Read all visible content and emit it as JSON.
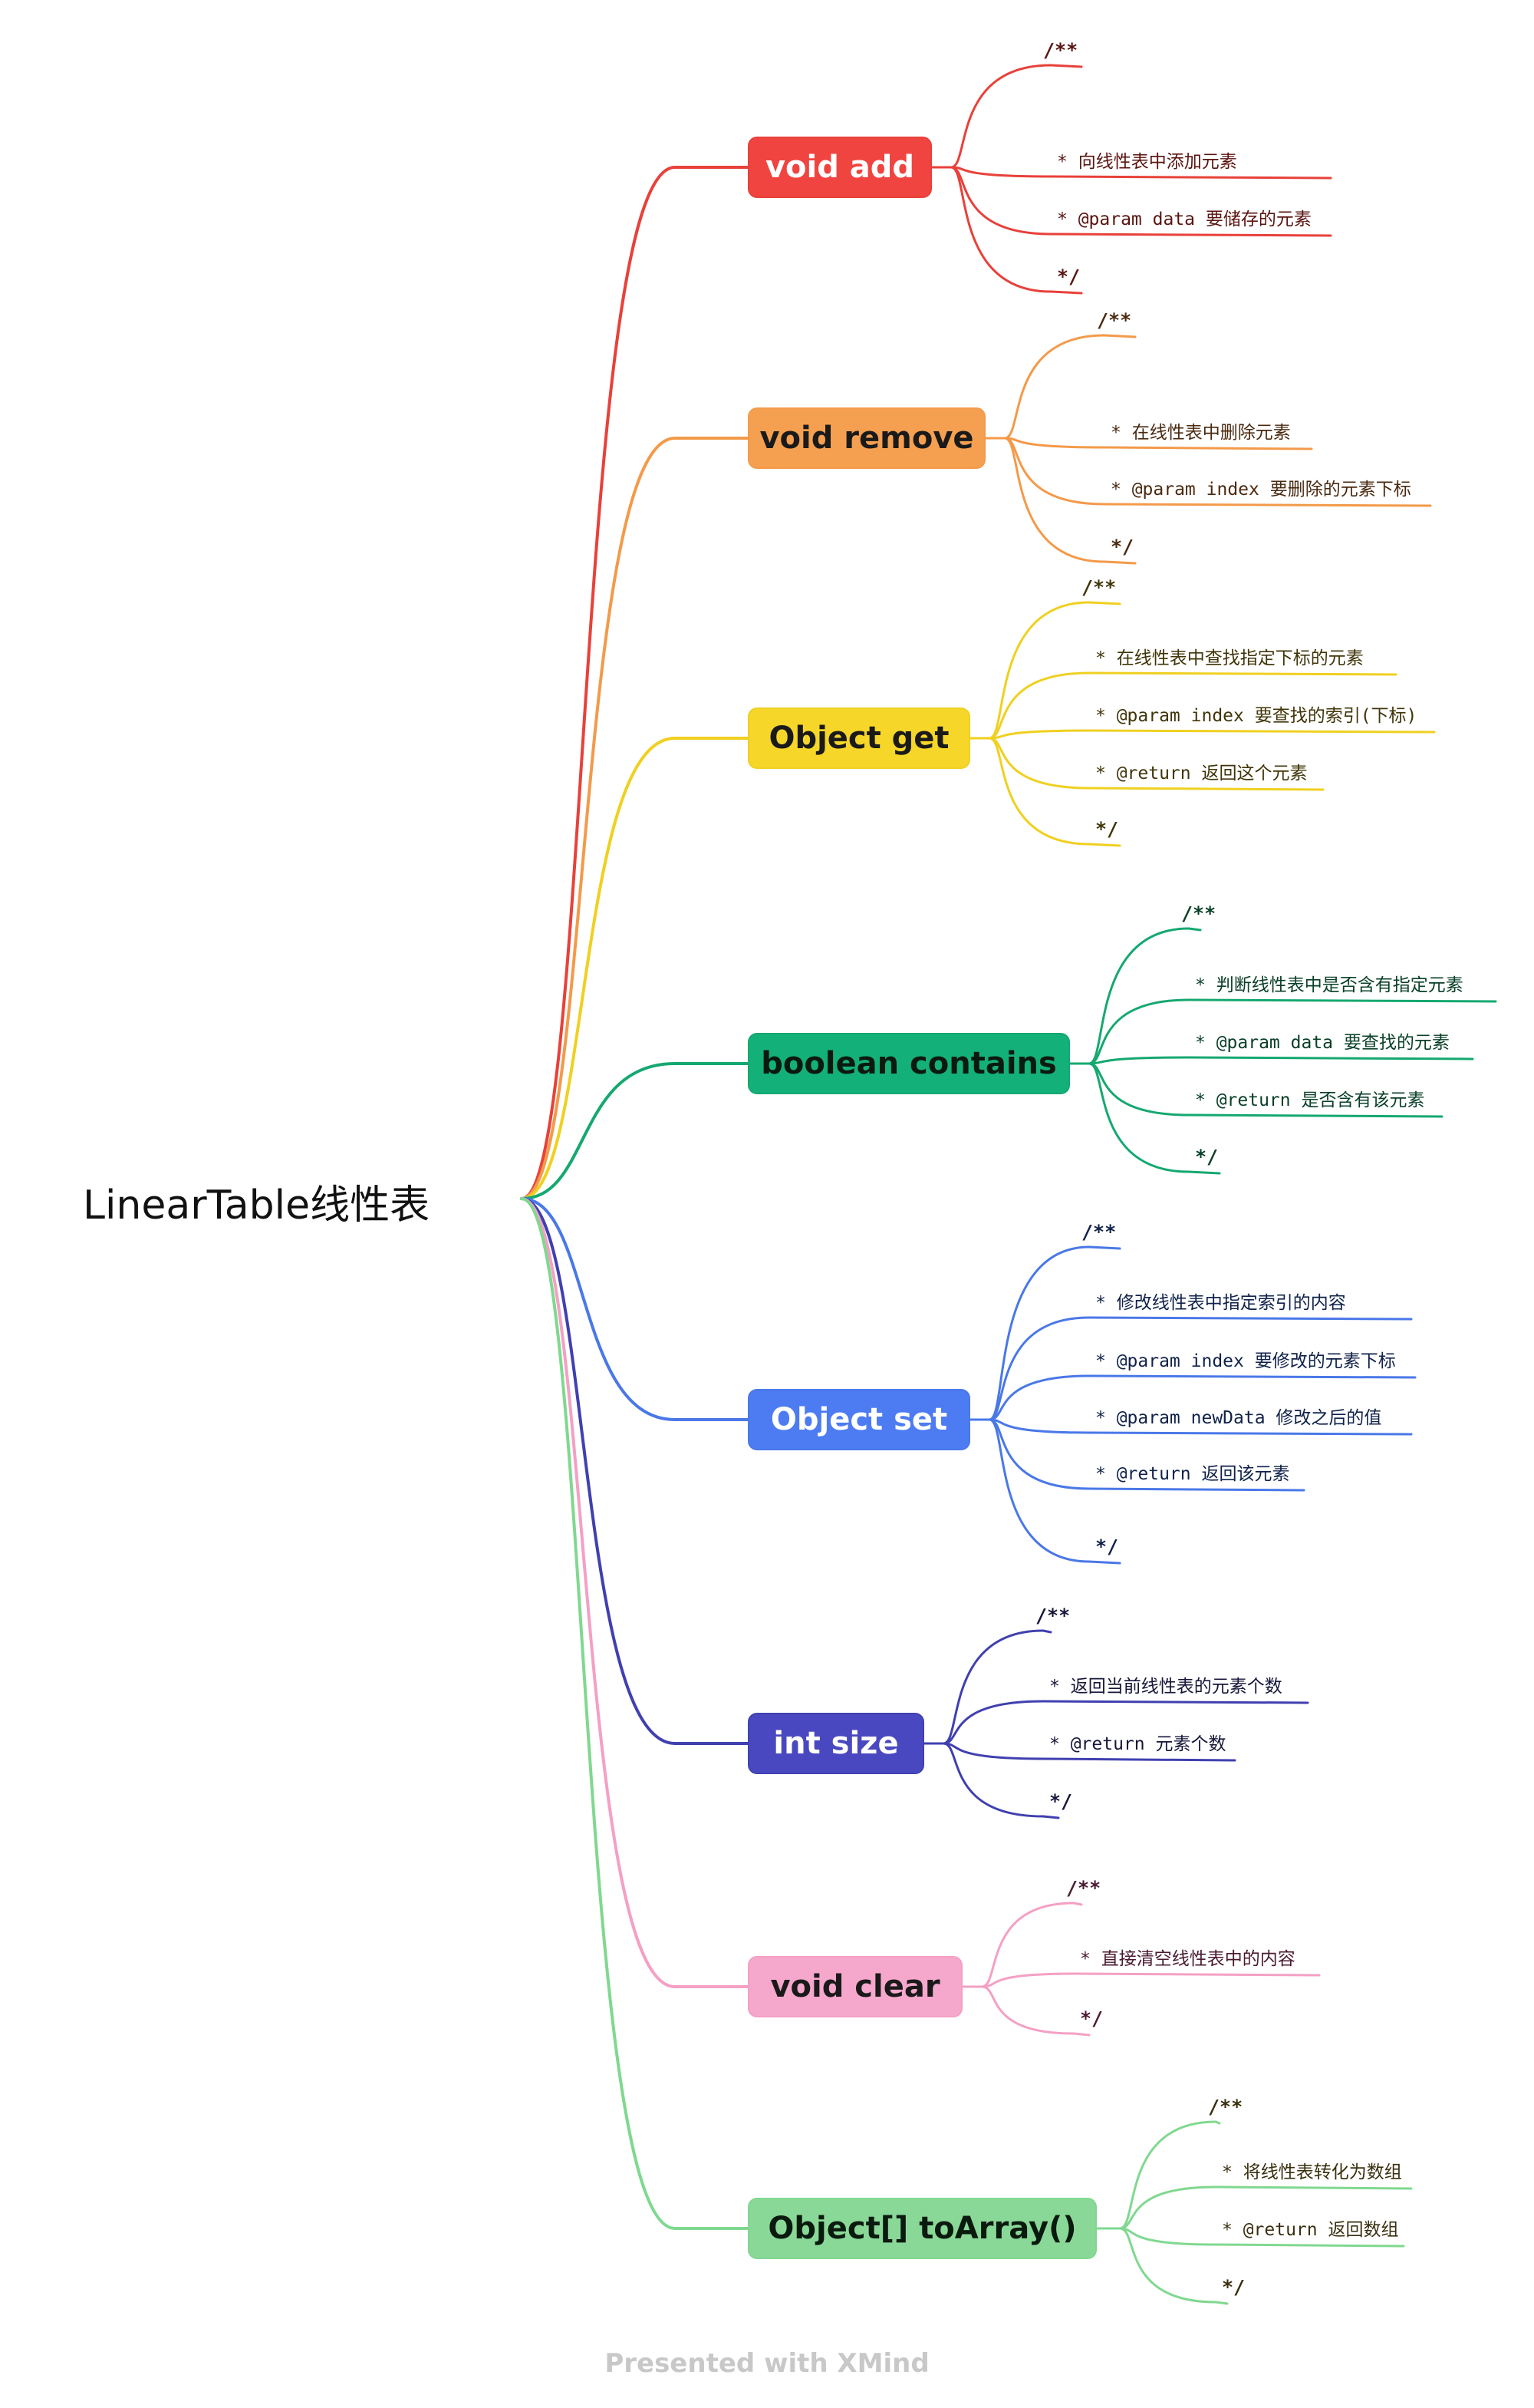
{
  "root": {
    "title": "LinearTable线性表"
  },
  "footer": "Presented with XMind",
  "branches": [
    {
      "id": "add",
      "label": "void add",
      "color": "#e8413a",
      "fill": "#f04440",
      "text_color": "#ffffff",
      "comment_color": "#5a1410",
      "comment": [
        "/**",
        "* 向线性表中添加元素",
        "* @param data 要储存的元素",
        "*/"
      ]
    },
    {
      "id": "remove",
      "label": "void remove",
      "color": "#f39a4a",
      "fill": "#f5a050",
      "text_color": "#1a1a1a",
      "comment_color": "#4a2a10",
      "comment": [
        "/**",
        "* 在线性表中删除元素",
        "* @param index 要删除的元素下标",
        "*/"
      ]
    },
    {
      "id": "get",
      "label": "Object get",
      "color": "#f0d020",
      "fill": "#f6d628",
      "text_color": "#1a1a1a",
      "comment_color": "#403508",
      "comment": [
        "/**",
        "* 在线性表中查找指定下标的元素",
        "* @param index 要查找的索引(下标)",
        "* @return 返回这个元素",
        "*/"
      ]
    },
    {
      "id": "contains",
      "label": "boolean contains",
      "color": "#15a870",
      "fill": "#14b07a",
      "text_color": "#0a1a10",
      "comment_color": "#0a4028",
      "comment": [
        "/**",
        "* 判断线性表中是否含有指定元素",
        "* @param data 要查找的元素",
        "* @return 是否含有该元素",
        "*/"
      ]
    },
    {
      "id": "set",
      "label": "Object set",
      "color": "#4a78e8",
      "fill": "#4d7cf2",
      "text_color": "#ffffff",
      "comment_color": "#10224a",
      "comment": [
        "/**",
        "* 修改线性表中指定索引的内容",
        "* @param index 要修改的元素下标",
        "* @param newData 修改之后的值",
        "* @return 返回该元素",
        "*/"
      ]
    },
    {
      "id": "size",
      "label": "int size",
      "color": "#4040b0",
      "fill": "#4a48c0",
      "text_color": "#ffffff",
      "comment_color": "#16163a",
      "comment": [
        "/**",
        "* 返回当前线性表的元素个数",
        "* @return 元素个数",
        "*/"
      ]
    },
    {
      "id": "clear",
      "label": "void clear",
      "color": "#f4a0c4",
      "fill": "#f6a8cc",
      "text_color": "#1a1a1a",
      "comment_color": "#4a1a30",
      "comment": [
        "/**",
        "* 直接清空线性表中的内容",
        "*/"
      ]
    },
    {
      "id": "toarray",
      "label": "Object[] toArray()",
      "color": "#80d890",
      "fill": "#8ad898",
      "text_color": "#0a1a0e",
      "comment_color": "#3a3010",
      "comment": [
        "/**",
        "* 将线性表转化为数组",
        "* @return 返回数组",
        "*/"
      ]
    }
  ]
}
